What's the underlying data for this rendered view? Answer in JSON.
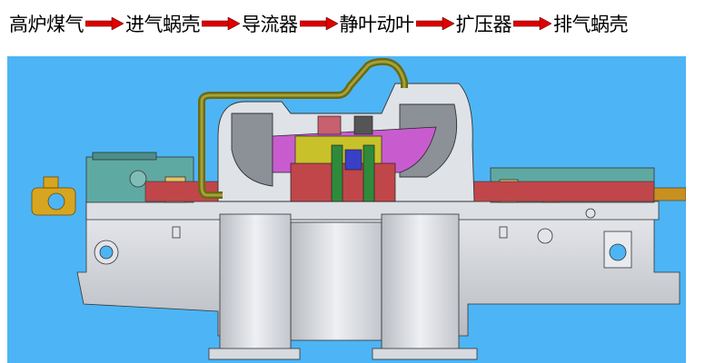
{
  "flow": {
    "steps": [
      "高炉煤气",
      "进气蜗壳",
      "导流器",
      "静叶动叶",
      "扩压器",
      "排气蜗壳"
    ],
    "arrow_color": "#e00000"
  },
  "diagram": {
    "background_color": "#4db5f5",
    "icon": "turbine-cross-section"
  }
}
